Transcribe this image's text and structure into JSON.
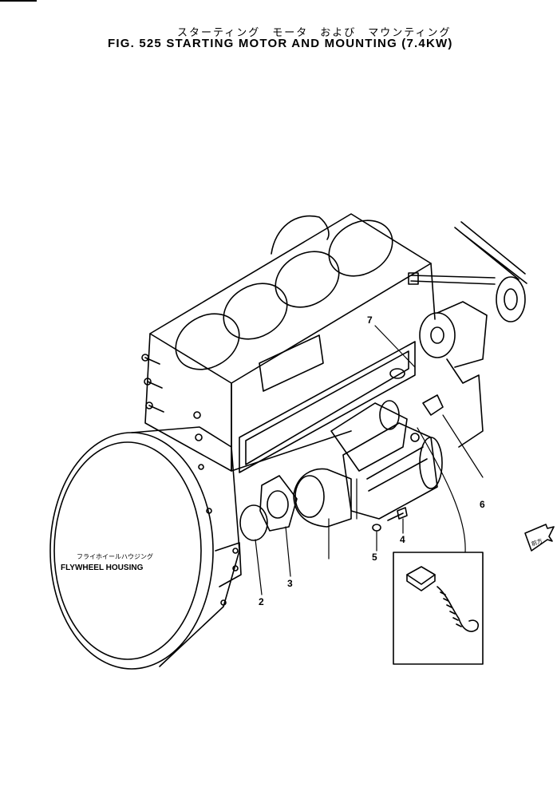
{
  "header": {
    "title_jp": "スターティング　モータ　および　マウンティング",
    "title_en": "FIG. 525  STARTING MOTOR AND MOUNTING (7.4KW)"
  },
  "diagram": {
    "flywheel_label_jp": "フライホイールハウジング",
    "flywheel_label_en": "FLYWHEEL HOUSING",
    "direction_marker": "前方",
    "callouts": [
      "2",
      "3",
      "4",
      "5",
      "6",
      "7"
    ]
  }
}
